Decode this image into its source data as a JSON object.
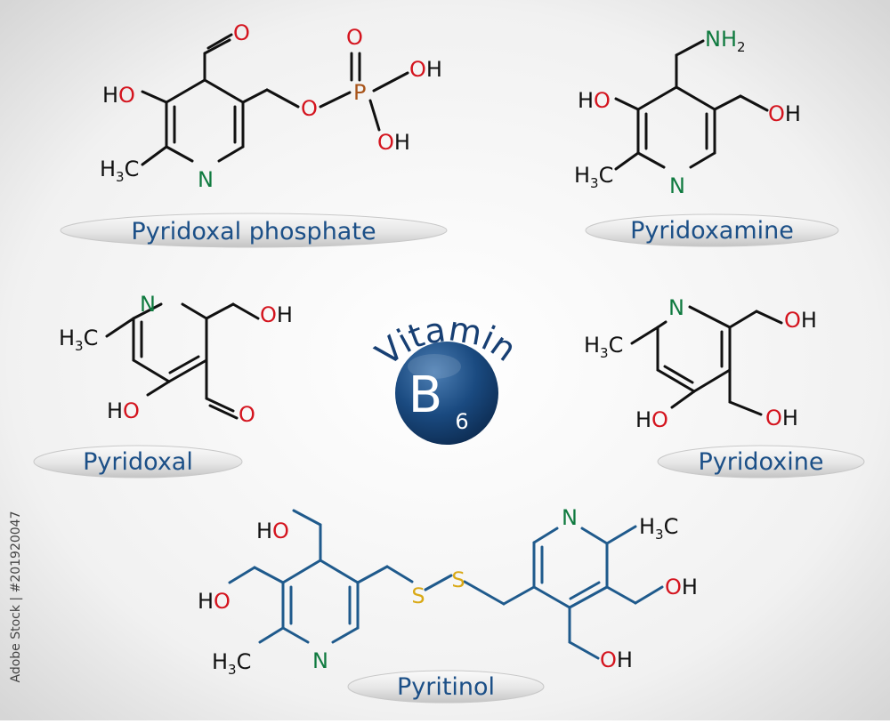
{
  "colors": {
    "bond": "#111111",
    "carbon": "#111111",
    "nitrogen": "#0f7a3f",
    "oxygen": "#d4141e",
    "phosphorus": "#a8541a",
    "sulfur": "#d9a916",
    "label": "#1b4f87",
    "badge": "#173f73"
  },
  "badge": {
    "arc_text": "Vitamin",
    "letter": "B",
    "subscript": "6"
  },
  "compounds": {
    "pyridoxal_phosphate": {
      "name": "Pyridoxal phosphate"
    },
    "pyridoxamine": {
      "name": "Pyridoxamine"
    },
    "pyridoxal": {
      "name": "Pyridoxal"
    },
    "pyridoxine": {
      "name": "Pyridoxine"
    },
    "pyritinol": {
      "name": "Pyritinol"
    }
  },
  "atoms": {
    "O": "O",
    "OH": "OH",
    "HO": "HO",
    "N": "N",
    "P": "P",
    "S": "S",
    "H": "H",
    "C": "C",
    "NH": "NH",
    "sub2": "2",
    "sub3": "3"
  },
  "watermark": "Adobe Stock | #201920047"
}
